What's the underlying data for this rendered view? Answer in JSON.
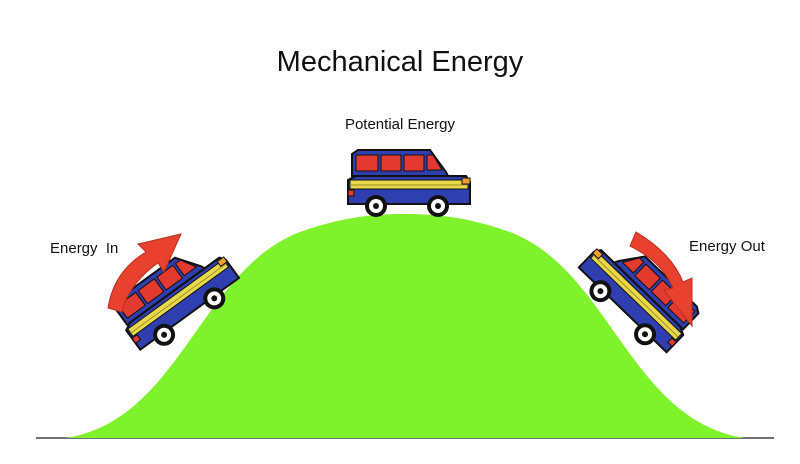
{
  "diagram": {
    "title": "Mechanical Energy",
    "labels": {
      "top": "Potential Energy",
      "left": "Energy  In",
      "right": "Energy Out"
    }
  },
  "colors": {
    "hill": "#7ef22a",
    "car_body": "#2f3fb0",
    "car_window": "#e23a2f",
    "car_stripe": "#e8d84a",
    "arrow": "#e8412e",
    "ground": "#444444"
  },
  "icons": [
    "car-icon",
    "curved-arrow-up-icon",
    "curved-arrow-down-icon"
  ]
}
